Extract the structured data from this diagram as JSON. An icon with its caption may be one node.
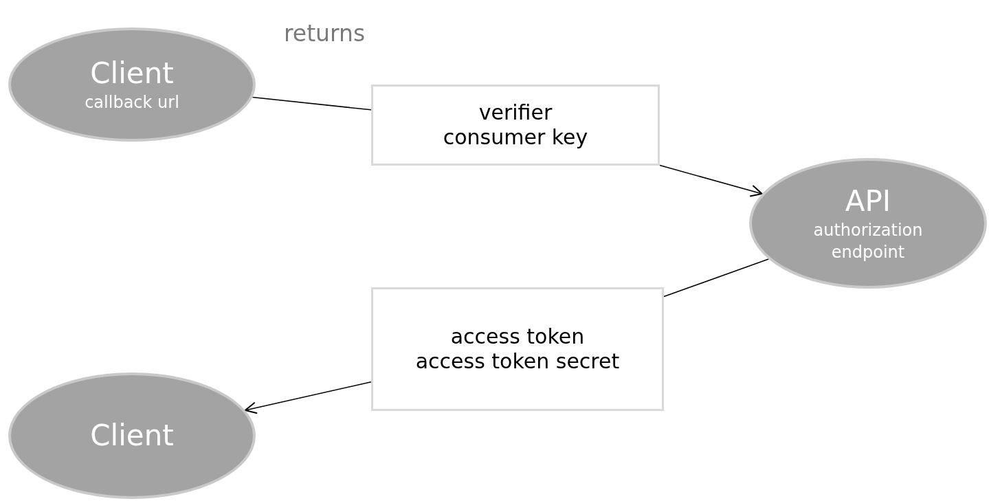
{
  "diagram": {
    "nodes": [
      {
        "text": [
          "Client",
          "callback url"
        ]
      },
      {
        "text": [
          "verifier",
          "consumer key"
        ]
      },
      {
        "text": [
          "API",
          "authorization endpoint"
        ]
      },
      {
        "text": [
          "access token",
          "access token secret"
        ]
      },
      {
        "text": [
          "Client"
        ]
      }
    ],
    "edges": [
      {
        "from": 0,
        "to": 1,
        "arrow": "none"
      },
      {
        "from": 1,
        "to": 2,
        "arrow": "to"
      },
      {
        "from": 2,
        "to": 3,
        "arrow": "none"
      },
      {
        "from": 3,
        "to": 4,
        "arrow": "to"
      }
    ],
    "labels": [
      "returns"
    ]
  }
}
